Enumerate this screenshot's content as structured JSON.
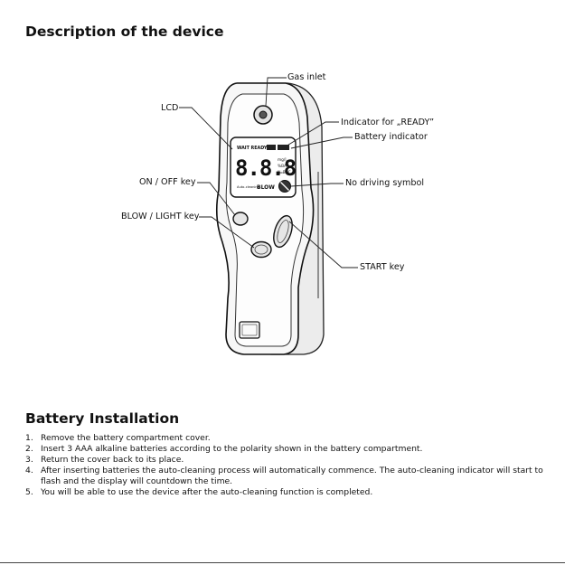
{
  "section1": {
    "title": "Description of the device"
  },
  "diagram": {
    "labels": {
      "gas_inlet": "Gas inlet",
      "lcd": "LCD",
      "ready_indicator": "Indicator for „READY”",
      "battery_indicator": "Battery indicator",
      "on_off_key": "ON / OFF key",
      "no_driving_symbol": "No driving symbol",
      "blow_light_key": "BLOW / LIGHT key",
      "start_key": "START key"
    },
    "lcd_texts": {
      "top_row": "WAIT READY",
      "digits": "8.8.8",
      "units": [
        "mg/l",
        "%BAC",
        "‰BAC"
      ],
      "bottom_left": "Auto-cleaning",
      "blow": "BLOW"
    }
  },
  "section2": {
    "title": "Battery Installation",
    "steps": [
      {
        "num": "1.",
        "text": "Remove the battery compartment cover."
      },
      {
        "num": "2.",
        "text": "Insert 3 AAA alkaline batteries according to the polarity shown in the battery compartment."
      },
      {
        "num": "3.",
        "text": "Return the cover back to its place."
      },
      {
        "num": "4.",
        "text": "After inserting batteries the auto-cleaning process will automatically commence. The auto-cleaning indicator will start to flash and the display will countdown the time."
      },
      {
        "num": "5.",
        "text": "You will be able to use the device after the auto-cleaning function is completed."
      }
    ]
  }
}
